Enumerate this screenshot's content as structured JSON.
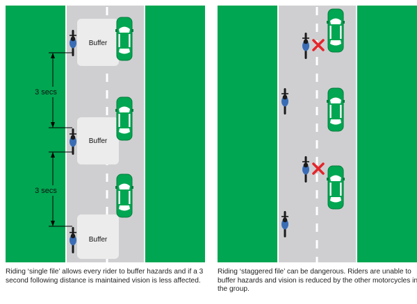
{
  "left_panel": {
    "buffer_labels": [
      "Buffer",
      "Buffer",
      "Buffer"
    ],
    "gap_labels": [
      "3 secs",
      "3 secs"
    ],
    "caption": "Riding ‘single file’ allows every rider to buffer hazards and if a 3 second following distance is maintained vision is less affected."
  },
  "right_panel": {
    "caption": "Riding ‘staggered file’ can be dangerous. Riders are unable to buffer hazards and vision is reduced by the other motorcycles in the group."
  },
  "icons": [
    "motorcycle-icon",
    "car-icon",
    "red-cross-icon",
    "buffer-zone"
  ],
  "colors": {
    "grass": "#00a651",
    "road": "#cfcfd1",
    "buffer": "#ececec",
    "car": "#00a651",
    "bike_rider": "#3a6db5",
    "cross": "#e4262b"
  }
}
